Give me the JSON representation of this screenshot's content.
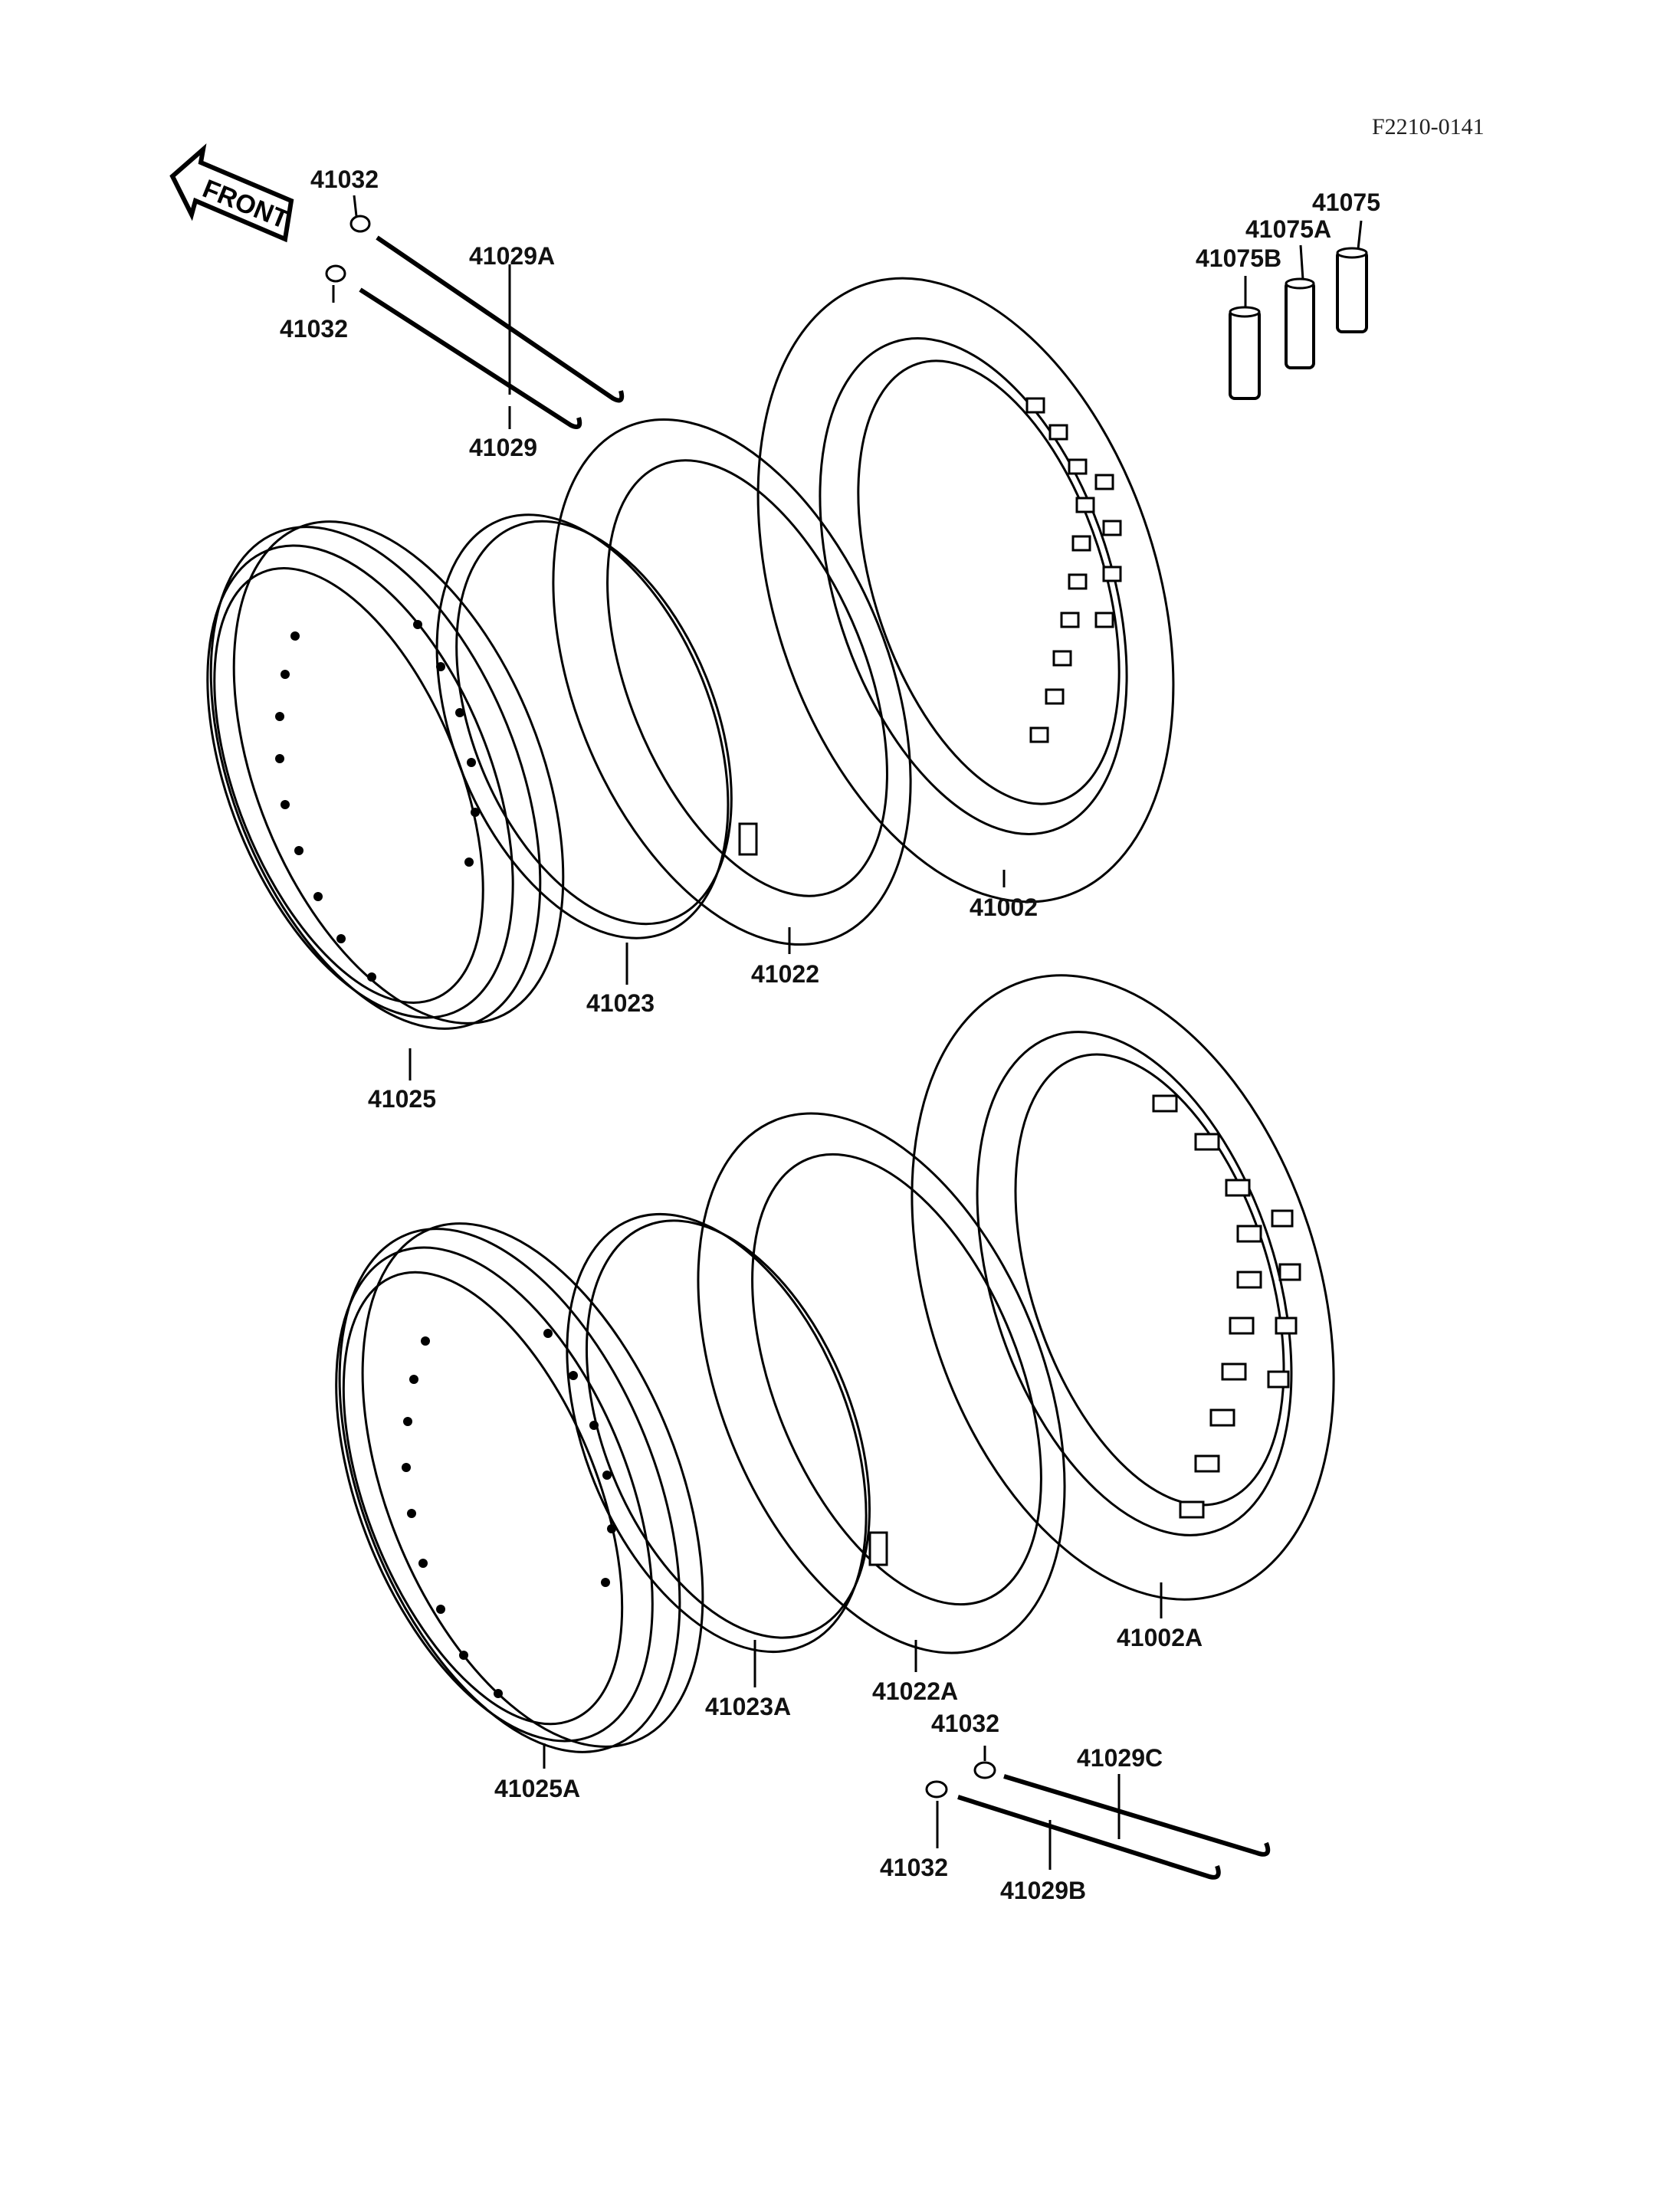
{
  "diagram_code": "F2210-0141",
  "front_label": "FRONT",
  "labels": {
    "p41032_top_a": "41032",
    "p41032_top_b": "41032",
    "p41029A": "41029A",
    "p41029": "41029",
    "p41075": "41075",
    "p41075A": "41075A",
    "p41075B": "41075B",
    "p41002": "41002",
    "p41022": "41022",
    "p41023": "41023",
    "p41025": "41025",
    "p41002A": "41002A",
    "p41022A": "41022A",
    "p41023A": "41023A",
    "p41025A": "41025A",
    "p41032_bot_a": "41032",
    "p41032_bot_b": "41032",
    "p41029C": "41029C",
    "p41029B": "41029B"
  }
}
